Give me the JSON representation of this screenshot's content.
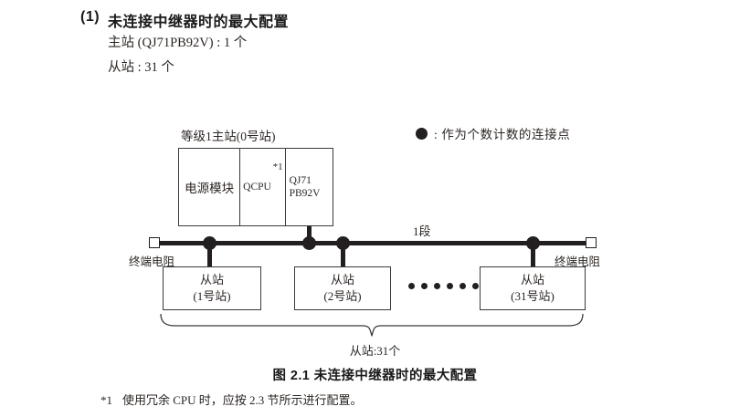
{
  "heading": {
    "number": "(1)",
    "title": "未连接中继器时的最大配置",
    "spec_master": "主站 (QJ71PB92V) : 1 个",
    "spec_slave": "从站 : 31 个"
  },
  "legend": {
    "marker": "filled-circle",
    "text": ": 作为个数计数的连接点"
  },
  "diagram": {
    "master": {
      "caption": "等级1主站(0号站)",
      "cells": [
        {
          "label": "电源模块",
          "note": ""
        },
        {
          "label": "QCPU",
          "note": "*1"
        },
        {
          "label": "QJ71\nPB92V",
          "note": ""
        }
      ],
      "net_label_line1": "QJ71",
      "net_label_line2": "PB92V"
    },
    "bus": {
      "segment_label": "1段",
      "terminator_left": "终端电阻",
      "terminator_right": "终端电阻",
      "connection_dot_count": 4,
      "ellipsis_dot_count": 6
    },
    "slaves": [
      {
        "name": "从站",
        "station": "(1号站)"
      },
      {
        "name": "从站",
        "station": "(2号站)"
      },
      {
        "name": "从站",
        "station": "(31号站)"
      }
    ],
    "brace_label": "从站:31个"
  },
  "figure": {
    "caption": "图 2.1  未连接中继器时的最大配置"
  },
  "footnote": {
    "mark": "*1",
    "text": "使用冗余 CPU 时，应按 2.3 节所示进行配置。"
  },
  "colors": {
    "ink": "#231f20",
    "text": "#2b2623",
    "box_border": "#3a3a3a",
    "background": "#ffffff"
  }
}
